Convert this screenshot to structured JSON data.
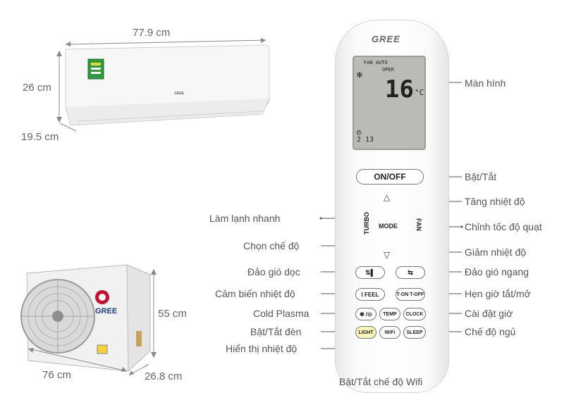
{
  "indoor_unit": {
    "width": "77.9 cm",
    "height": "26 cm",
    "depth": "19.5 cm",
    "logo": "GREE"
  },
  "outdoor_unit": {
    "height": "55 cm",
    "width": "76 cm",
    "depth": "26.8 cm",
    "logo": "GREE"
  },
  "remote": {
    "brand": "GREE",
    "display": {
      "fan_label": "FAN AUTO",
      "mode_label": "OPER",
      "temperature": "16",
      "unit": "°C",
      "clock": "2 13"
    },
    "buttons": {
      "on_off": "ON/OFF",
      "turbo": "TURBO",
      "mode": "MODE",
      "fan": "FAN",
      "up": "△",
      "down": "▽",
      "ifeel": "I FEEL",
      "timer": "T-ON T-OFF",
      "plasma": "✱ /⊙",
      "temp": "TEMP",
      "clock": "CLOCK",
      "light": "LIGHT",
      "wifi": "WiFi",
      "sleep": "SLEEP"
    }
  },
  "callouts": {
    "man_hinh": "Màn hình",
    "bat_tat": "Bật/Tắt",
    "tang_nhiet_do": "Tăng nhiệt độ",
    "lam_lanh_nhanh": "Làm lạnh nhanh",
    "chinh_toc_do_quat": "Chỉnh tốc độ quạt",
    "chon_che_do": "Chọn chế độ",
    "giam_nhiet_do": "Giảm nhiệt độ",
    "dao_gio_doc": "Đảo gió dọc",
    "dao_gio_ngang": "Đảo gió ngang",
    "cam_bien_nhiet_do": "Cảm biến nhiệt độ",
    "hen_gio": "Hẹn giờ tắt/mở",
    "cold_plasma": "Cold Plasma",
    "cai_dat_gio": "Cài đặt giờ",
    "bat_tat_den": "Bật/Tắt đèn",
    "che_do_ngu": "Chế độ ngủ",
    "hien_thi_nhiet_do": "Hiển thị nhiệt độ",
    "wifi": "Bật/Tắt chế độ Wifi"
  }
}
